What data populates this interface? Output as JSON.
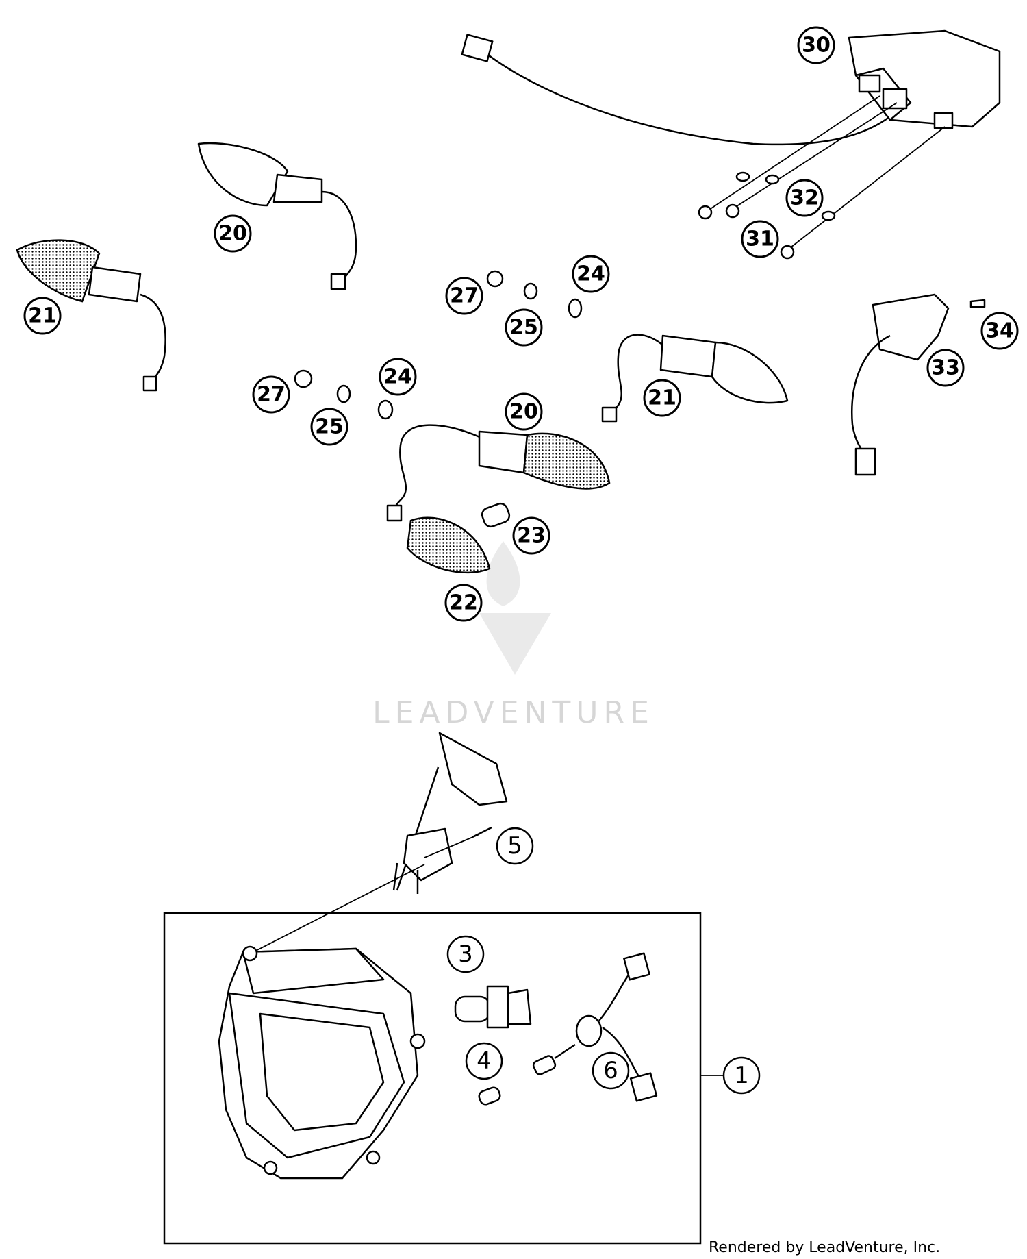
{
  "watermark": {
    "brand": "LEADVENTURE"
  },
  "credit": "Rendered by LeadVenture, Inc.",
  "callouts": {
    "c30": "30",
    "c32": "32",
    "c31": "31",
    "c20a": "20",
    "c21a": "21",
    "c27a": "27",
    "c24a": "24",
    "c25a": "25",
    "c34": "34",
    "c33": "33",
    "c27b": "27",
    "c24b": "24",
    "c20b": "20",
    "c21b": "21",
    "c25b": "25",
    "c23": "23",
    "c22": "22",
    "c5": "5",
    "c3": "3",
    "c4": "4",
    "c6": "6",
    "c1": "1"
  }
}
